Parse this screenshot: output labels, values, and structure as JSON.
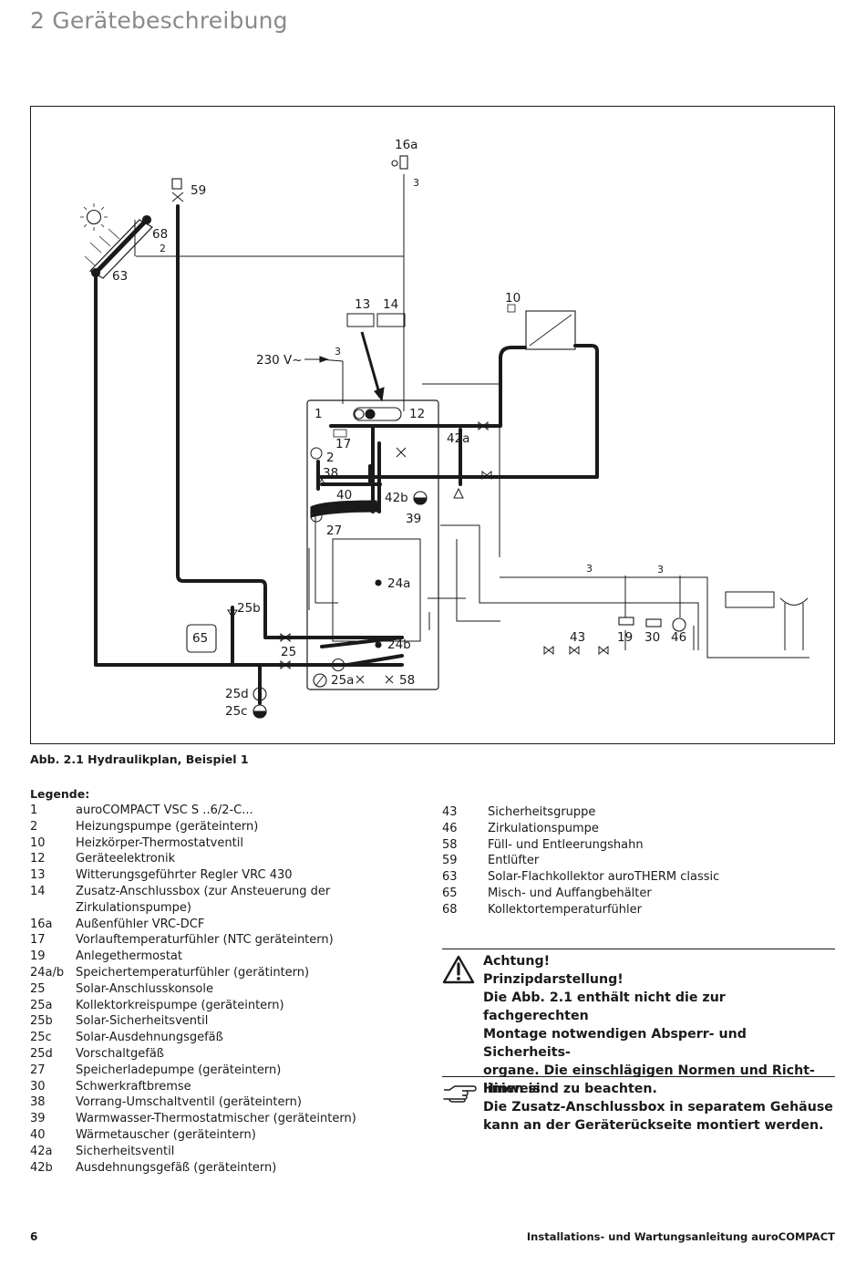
{
  "header": {
    "section_title": "2 Gerätebeschreibung"
  },
  "diagram": {
    "labels": {
      "l16a": "16a",
      "l3a": "3",
      "l59": "59",
      "l68": "68",
      "l2a": "2",
      "l63": "63",
      "l13": "13",
      "l14": "14",
      "l10": "10",
      "l230": "230 V~",
      "l3b": "3",
      "l1": "1",
      "l12": "12",
      "l17": "17",
      "l42a": "42a",
      "l2b": "2",
      "l38": "38",
      "l40": "40",
      "l42b": "42b",
      "l39": "39",
      "l27": "27",
      "l24a": "24a",
      "l3c": "3",
      "l3d": "3",
      "l25b": "25b",
      "l65": "65",
      "l43": "43",
      "l19": "19",
      "l30": "30",
      "l46": "46",
      "l24b": "24b",
      "l25": "25",
      "l25a": "25a",
      "l58": "58",
      "l25d": "25d",
      "l25c": "25c"
    }
  },
  "caption": "Abb. 2.1 Hydraulikplan, Beispiel 1",
  "legend": {
    "title": "Legende:",
    "left": [
      {
        "num": "1",
        "desc": "auroCOMPACT VSC S ..6/2-C..."
      },
      {
        "num": "2",
        "desc": "Heizungspumpe (geräteintern)"
      },
      {
        "num": "10",
        "desc": "Heizkörper-Thermostatventil"
      },
      {
        "num": "12",
        "desc": "Geräteelektronik"
      },
      {
        "num": "13",
        "desc": "Witterungsgeführter Regler VRC 430"
      },
      {
        "num": "14",
        "desc": "Zusatz-Anschlussbox (zur Ansteuerung der Zirkulationspumpe)"
      },
      {
        "num": "16a",
        "desc": "Außenfühler VRC-DCF"
      },
      {
        "num": "17",
        "desc": "Vorlauftemperaturfühler (NTC geräteintern)"
      },
      {
        "num": "19",
        "desc": "Anlegethermostat"
      },
      {
        "num": "24a/b",
        "desc": "Speichertemperaturfühler (gerätintern)"
      },
      {
        "num": "25",
        "desc": "Solar-Anschlusskonsole"
      },
      {
        "num": "25a",
        "desc": "Kollektorkreispumpe (geräteintern)"
      },
      {
        "num": "25b",
        "desc": "Solar-Sicherheitsventil"
      },
      {
        "num": "25c",
        "desc": "Solar-Ausdehnungsgefäß"
      },
      {
        "num": "25d",
        "desc": "Vorschaltgefäß"
      },
      {
        "num": "27",
        "desc": "Speicherladepumpe (geräteintern)"
      },
      {
        "num": "30",
        "desc": "Schwerkraftbremse"
      },
      {
        "num": "38",
        "desc": "Vorrang-Umschaltventil (geräteintern)"
      },
      {
        "num": "39",
        "desc": "Warmwasser-Thermostatmischer (geräteintern)"
      },
      {
        "num": "40",
        "desc": "Wärmetauscher (geräteintern)"
      },
      {
        "num": "42a",
        "desc": "Sicherheitsventil"
      },
      {
        "num": "42b",
        "desc": "Ausdehnungsgefäß (geräteintern)"
      }
    ],
    "right": [
      {
        "num": "43",
        "desc": "Sicherheitsgruppe"
      },
      {
        "num": "46",
        "desc": "Zirkulationspumpe"
      },
      {
        "num": "58",
        "desc": "Füll- und Entleerungshahn"
      },
      {
        "num": "59",
        "desc": "Entlüfter"
      },
      {
        "num": "63",
        "desc": "Solar-Flachkollektor auroTHERM classic"
      },
      {
        "num": "65",
        "desc": "Misch- und Auffangbehälter"
      },
      {
        "num": "68",
        "desc": "Kollektortemperaturfühler"
      }
    ]
  },
  "warning": {
    "icon": "warning-triangle-icon",
    "title": "Achtung!",
    "subtitle": "Prinzipdarstellung!",
    "text_lines": [
      "Die Abb. 2.1 enthält nicht die zur fachgerechten",
      "Montage notwendigen Absperr- und Sicherheits-",
      "organe. Die einschlägigen Normen und Richt-",
      "linien sind zu beachten."
    ]
  },
  "hint": {
    "icon": "pointing-hand-icon",
    "title": "Hinweis",
    "text_lines": [
      "Die Zusatz-Anschlussbox in separatem Gehäuse",
      "kann an der Geräterückseite montiert werden."
    ]
  },
  "footer": {
    "page_number": "6",
    "doc_title": "Installations- und Wartungsanleitung auroCOMPACT"
  }
}
